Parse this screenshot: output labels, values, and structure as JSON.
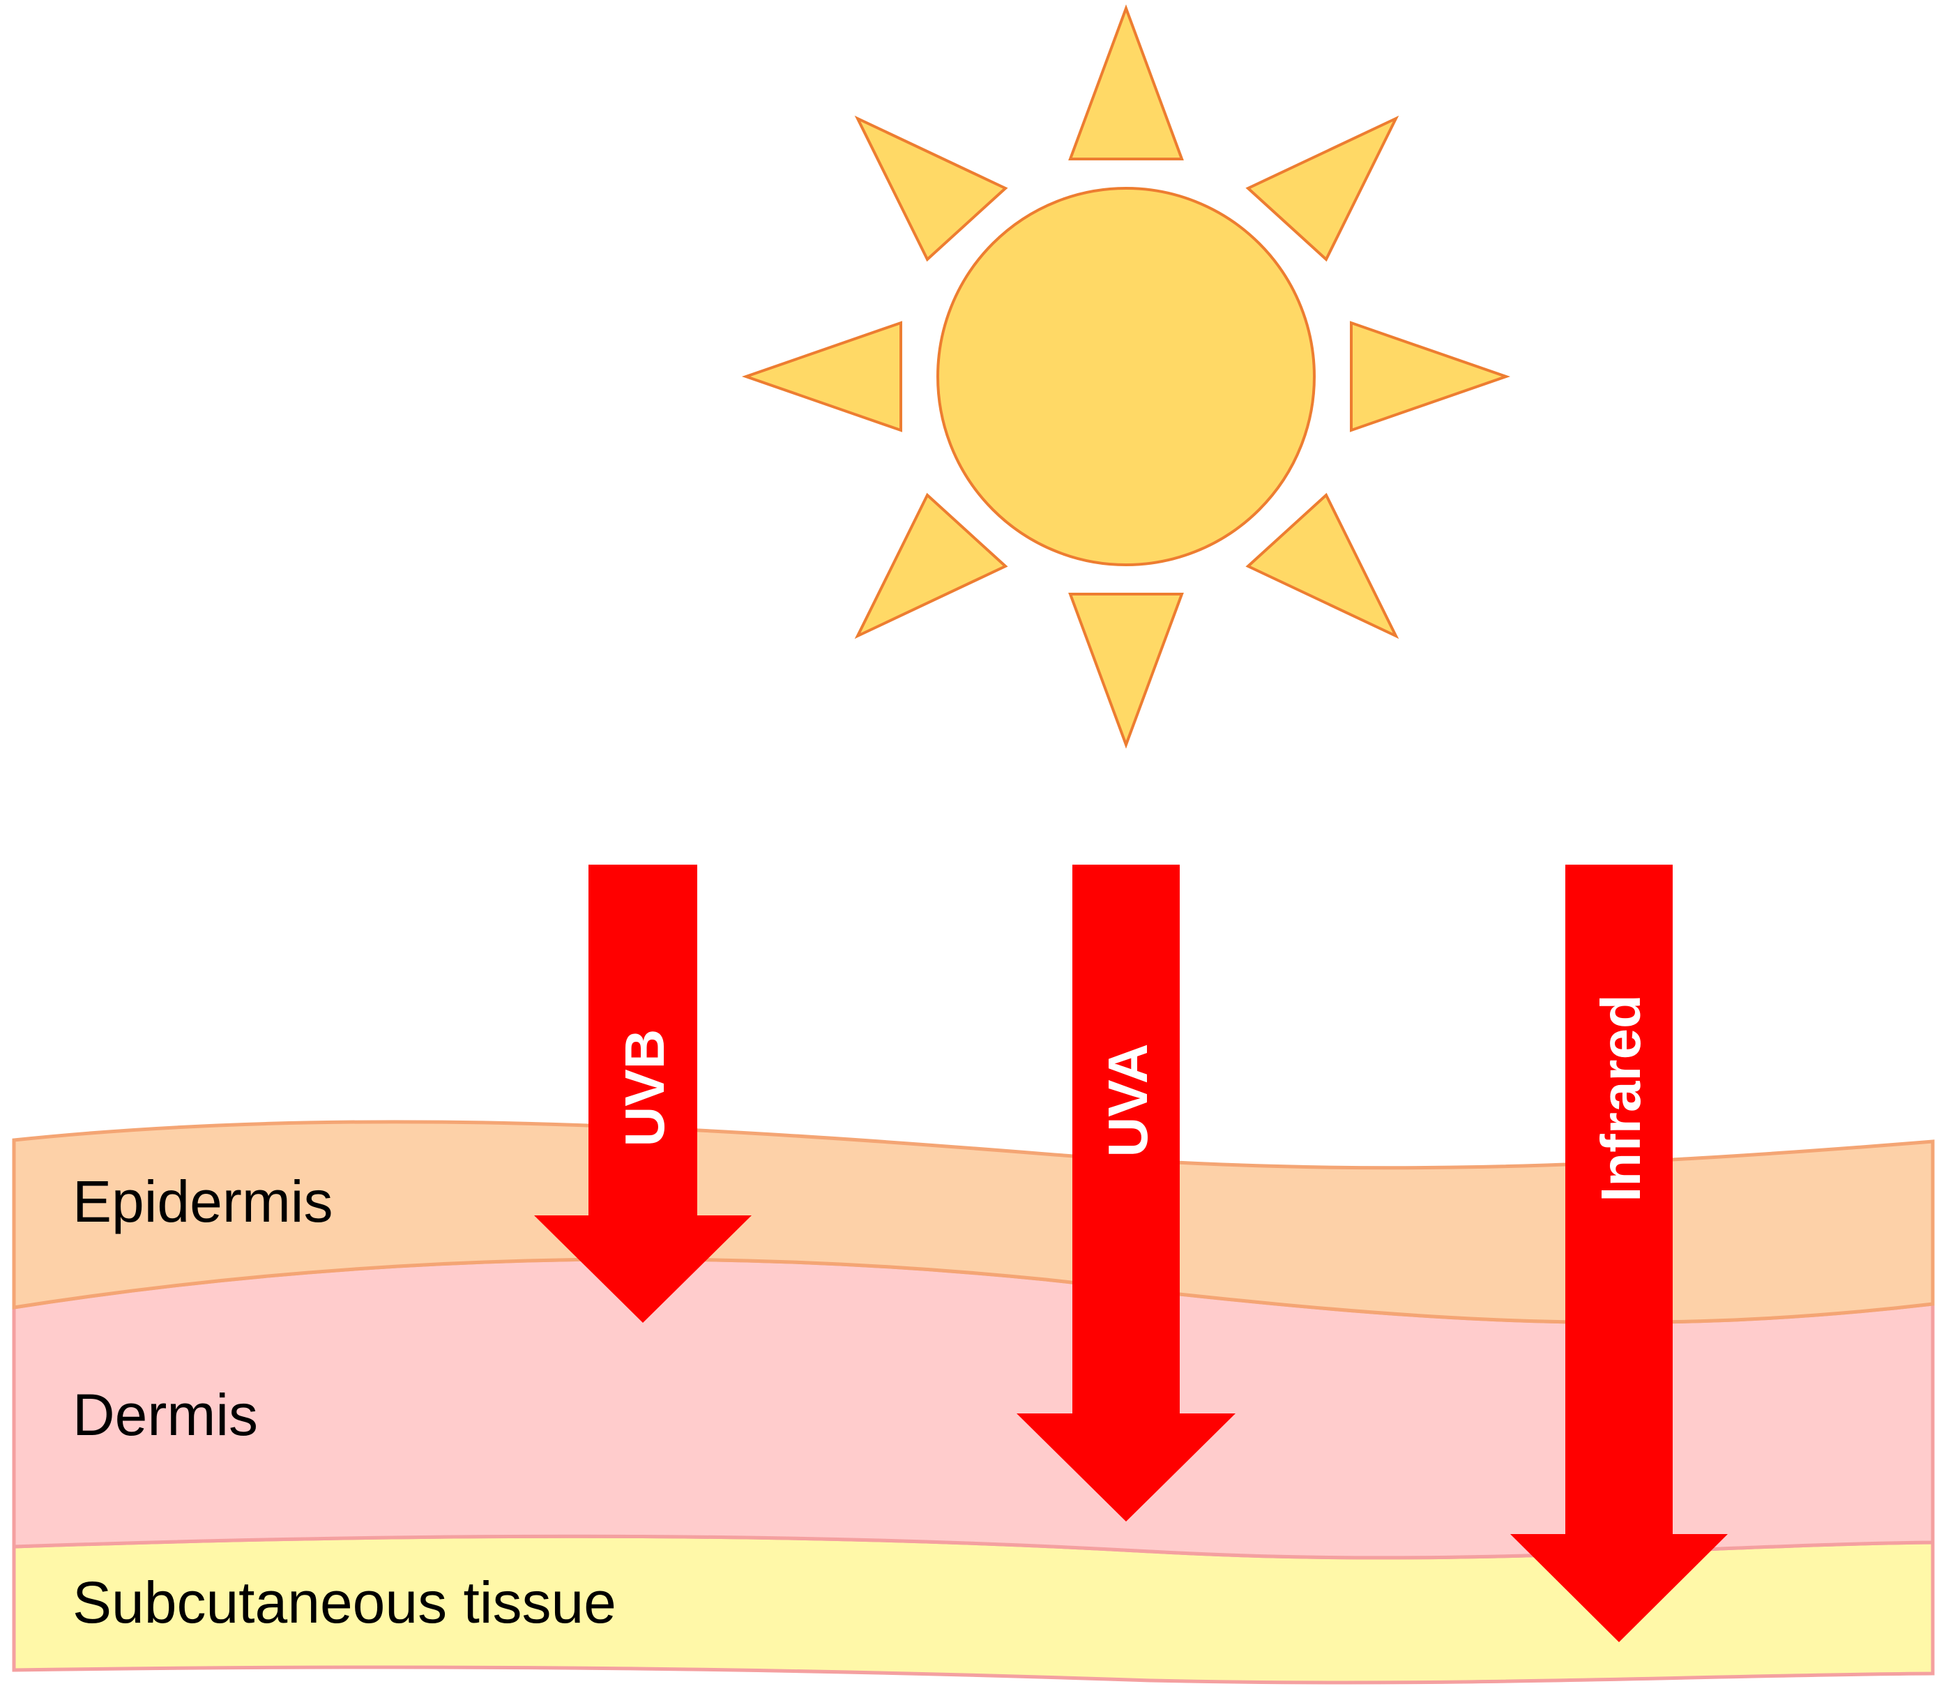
{
  "layers": [
    {
      "key": "epidermis",
      "label": "Epidermis"
    },
    {
      "key": "dermis",
      "label": "Dermis"
    },
    {
      "key": "subcutaneous",
      "label": "Subcutaneous tissue"
    }
  ],
  "rays": [
    {
      "key": "uvb",
      "label": "UVB",
      "reaches": "epidermis"
    },
    {
      "key": "uva",
      "label": "UVA",
      "reaches": "dermis"
    },
    {
      "key": "infrared",
      "label": "Infrared",
      "reaches": "subcutaneous tissue"
    }
  ],
  "colors": {
    "sun_fill": "#FFD966",
    "sun_stroke": "#ED7D31",
    "arrow": "#FF0000",
    "epidermis_fill": "#FDD1A8",
    "epidermis_stroke": "#F4A574",
    "dermis_fill": "#FFCCCC",
    "dermis_stroke": "#F4A0A0",
    "subcutaneous_fill": "#FFF8A8",
    "subcutaneous_stroke": "#F4A0A0"
  }
}
